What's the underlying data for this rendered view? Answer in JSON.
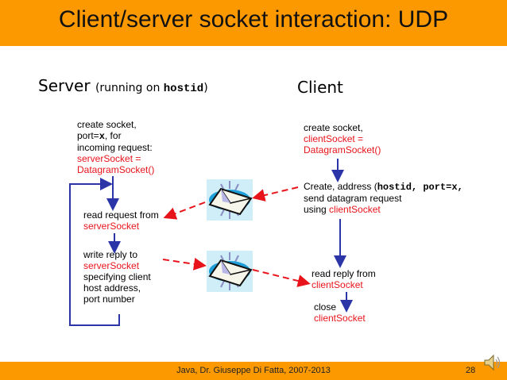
{
  "slide": {
    "title": "Client/server socket interaction: UDP",
    "footer_credit": "Java, Dr. Giuseppe Di Fatta, 2007-2013",
    "page_number": "28",
    "audio_icon": "speaker-icon"
  },
  "server": {
    "heading": "Server",
    "heading_sub_prefix": "(running on ",
    "heading_sub_host": "hostid",
    "heading_sub_suffix": ")",
    "create": {
      "line1": "create socket,",
      "line2_prefix": "port=",
      "line2_var": "x",
      "line2_suffix": ", for",
      "line3": "incoming request:",
      "code1": "serverSocket =",
      "code2": "DatagramSocket()"
    },
    "read": {
      "line1": "read request from",
      "code": "serverSocket"
    },
    "write": {
      "line1": "write reply to",
      "code": "serverSocket",
      "line3": "specifying client",
      "line4": "host address,",
      "line5": "port number"
    }
  },
  "client": {
    "heading": "Client",
    "create": {
      "line1": "create socket,",
      "code1": "clientSocket =",
      "code2": "DatagramSocket()"
    },
    "send": {
      "line1_prefix": "Create, address (",
      "line1_code": "hostid, port=x,",
      "line2": "send datagram request",
      "line3_prefix": "using ",
      "line3_code": "clientSocket"
    },
    "read": {
      "line1": "read reply from",
      "code": "clientSocket"
    },
    "close": {
      "line1": "close",
      "code": "clientSocket"
    }
  },
  "icons": {
    "request_message": "envelope-icon",
    "reply_message": "envelope-icon"
  },
  "colors": {
    "header_bar": "#fc9900",
    "code_text": "#e8141b",
    "flow_arrow": "#2b35a8",
    "message_arrow": "#e8141b"
  }
}
